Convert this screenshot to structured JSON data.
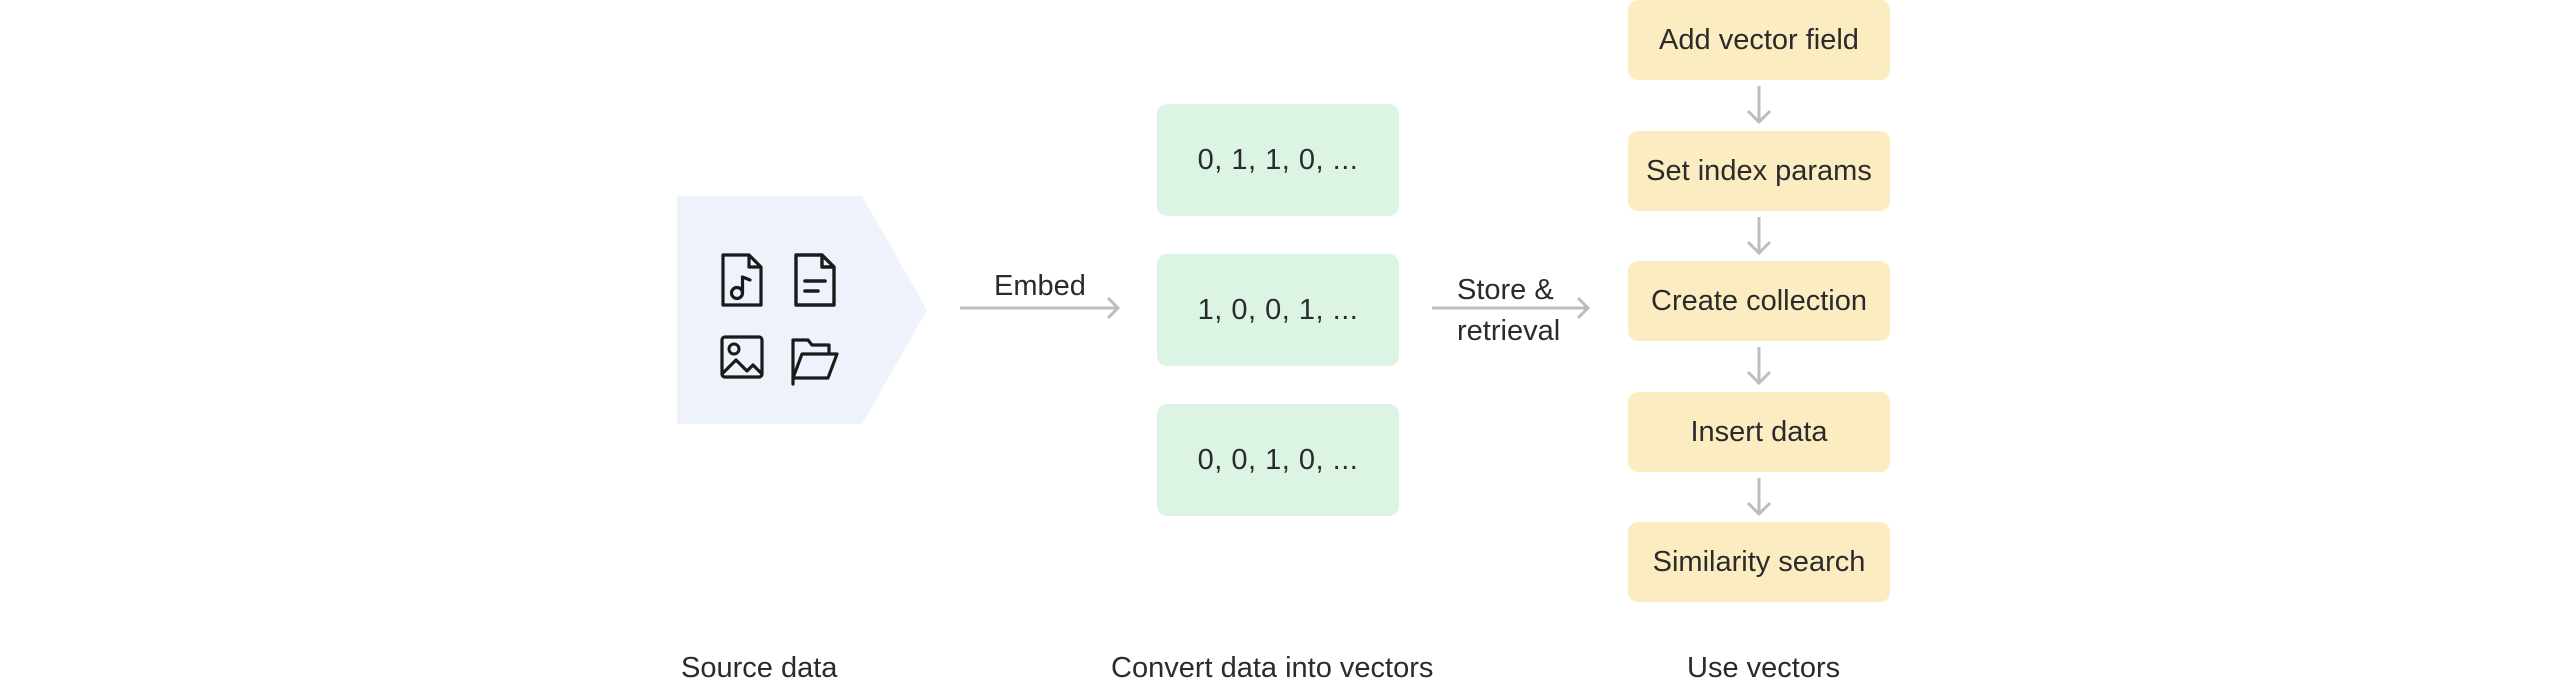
{
  "source": {
    "icons": [
      "music-file-icon",
      "text-document-icon",
      "image-icon",
      "folder-icon"
    ],
    "panel_color": "#eef2fb",
    "caption": "Source data"
  },
  "embed_label": "Embed",
  "vectors": {
    "items": [
      "0, 1, 1, 0, ...",
      "1, 0, 0, 1, ...",
      "0, 0, 1, 0, ..."
    ],
    "box_color": "#dcf4e4",
    "caption": "Convert data into vectors"
  },
  "store_label": {
    "line1": "Store &",
    "line2": "retrieval"
  },
  "steps": {
    "items": [
      "Add vector field",
      "Set index params",
      "Create collection",
      "Insert data",
      "Similarity search"
    ],
    "box_color": "#fcecc1",
    "caption": "Use vectors"
  },
  "arrow_color": "#bdbdbd"
}
